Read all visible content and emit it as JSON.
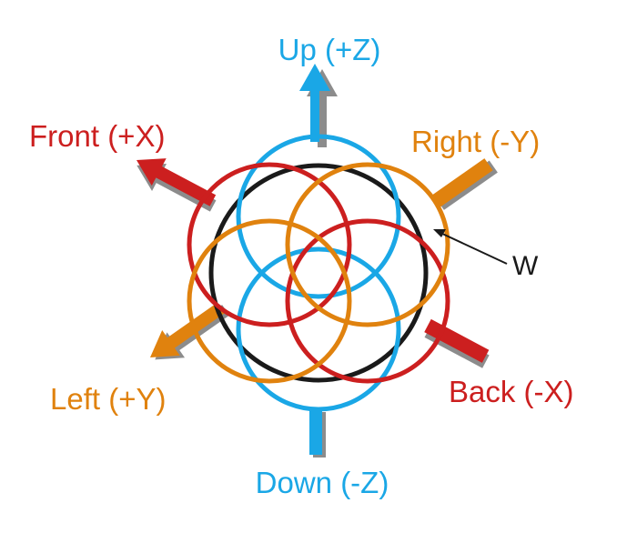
{
  "labels": {
    "up": "Up (+Z)",
    "down": "Down (-Z)",
    "front": "Front (+X)",
    "back": "Back (-X)",
    "right": "Right (-Y)",
    "left": "Left (+Y)",
    "w": "W"
  },
  "colors": {
    "z_axis": "#1aa7e6",
    "x_axis": "#cc1f1f",
    "y_axis": "#e0820e",
    "w_circle": "#1a1a1a",
    "arrow_shadow": "#8c8c8c"
  }
}
